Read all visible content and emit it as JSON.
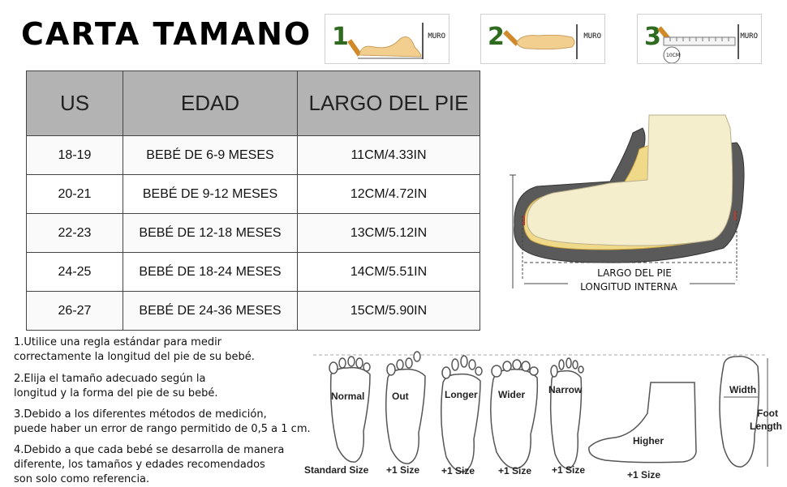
{
  "title": "CARTA TAMANO",
  "steps": [
    {
      "num": "1",
      "wall": "MURO"
    },
    {
      "num": "2",
      "wall": "MURO"
    },
    {
      "num": "3",
      "wall": "MURO",
      "ruler_mark": "10CM"
    }
  ],
  "table": {
    "headers": [
      "US",
      "EDAD",
      "LARGO DEL PIE"
    ],
    "rows": [
      [
        "18-19",
        "BEBÉ DE 6-9 MESES",
        "11CM/4.33IN"
      ],
      [
        "20-21",
        "BEBÉ DE 9-12 MESES",
        "12CM/4.72IN"
      ],
      [
        "22-23",
        "BEBÉ DE 12-18 MESES",
        "13CM/5.12IN"
      ],
      [
        "24-25",
        "BEBÉ DE 18-24 MESES",
        "14CM/5.51IN"
      ],
      [
        "26-27",
        "BEBÉ DE 24-36 MESES",
        "15CM/5.90IN"
      ]
    ]
  },
  "shoe": {
    "label1": "LARGO DEL PIE",
    "label2": "LONGITUD INTERNA"
  },
  "notes": [
    {
      "line1": "1.Utilice una regla estándar para medir",
      "line2": "correctamente la longitud del pie de su bebé."
    },
    {
      "line1": "2.Elija el tamaño adecuado según la",
      "line2": "longitud y la forma del pie de su bebé."
    },
    {
      "line1": "3.Debido a los diferentes métodos de medición,",
      "line2": "puede haber un error de rango permitido de 0,5 a 1 cm."
    },
    {
      "line1": "4.Debido a que cada bebé se desarrolla de manera",
      "line2": "diferente, los tamaños y edades recomendados",
      "line3": "son solo como referencia."
    }
  ],
  "feet": {
    "labels": [
      "Normal",
      "Out",
      "Longer",
      "Wider",
      "Narrow",
      "Higher",
      "Width",
      "Foot",
      "Length"
    ],
    "captions": [
      "Standard Size",
      "+1 Size",
      "+1 Size",
      "+1 Size",
      "+1 Size",
      "+1 Size"
    ]
  },
  "colors": {
    "header_bg": "#b3b3b3",
    "step_green": "#2e6b1f",
    "foot_skin": "#f2d9a0",
    "shoe_gray": "#555555"
  }
}
